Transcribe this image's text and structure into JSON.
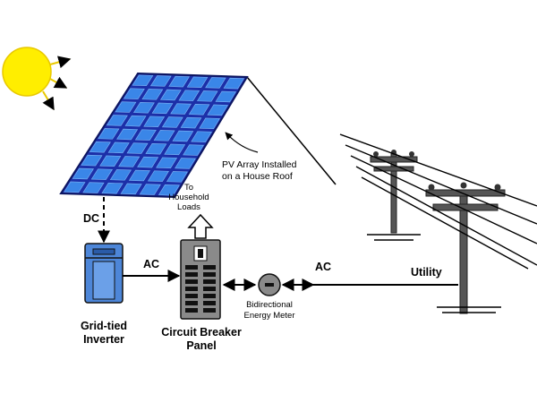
{
  "labels": {
    "pv_array_line1": "PV Array Installed",
    "pv_array_line2": "on a House Roof",
    "dc": "DC",
    "ac_left": "AC",
    "ac_right": "AC",
    "to_loads_line1": "To",
    "to_loads_line2": "Household",
    "to_loads_line3": "Loads",
    "inverter_line1": "Grid-tied",
    "inverter_line2": "Inverter",
    "panel_line1": "Circuit Breaker",
    "panel_line2": "Panel",
    "meter_line1": "Bidirectional",
    "meter_line2": "Energy Meter",
    "utility": "Utility"
  },
  "colors": {
    "sun": "#ffee00",
    "sun_rays": "#e8c800",
    "panel_frame": "#1c2fa8",
    "panel_cell": "#3a86e8",
    "inverter": "#4d86d8",
    "breaker_panel": "#8a8a8a",
    "meter": "#8a8a8a",
    "pole": "#555555"
  }
}
